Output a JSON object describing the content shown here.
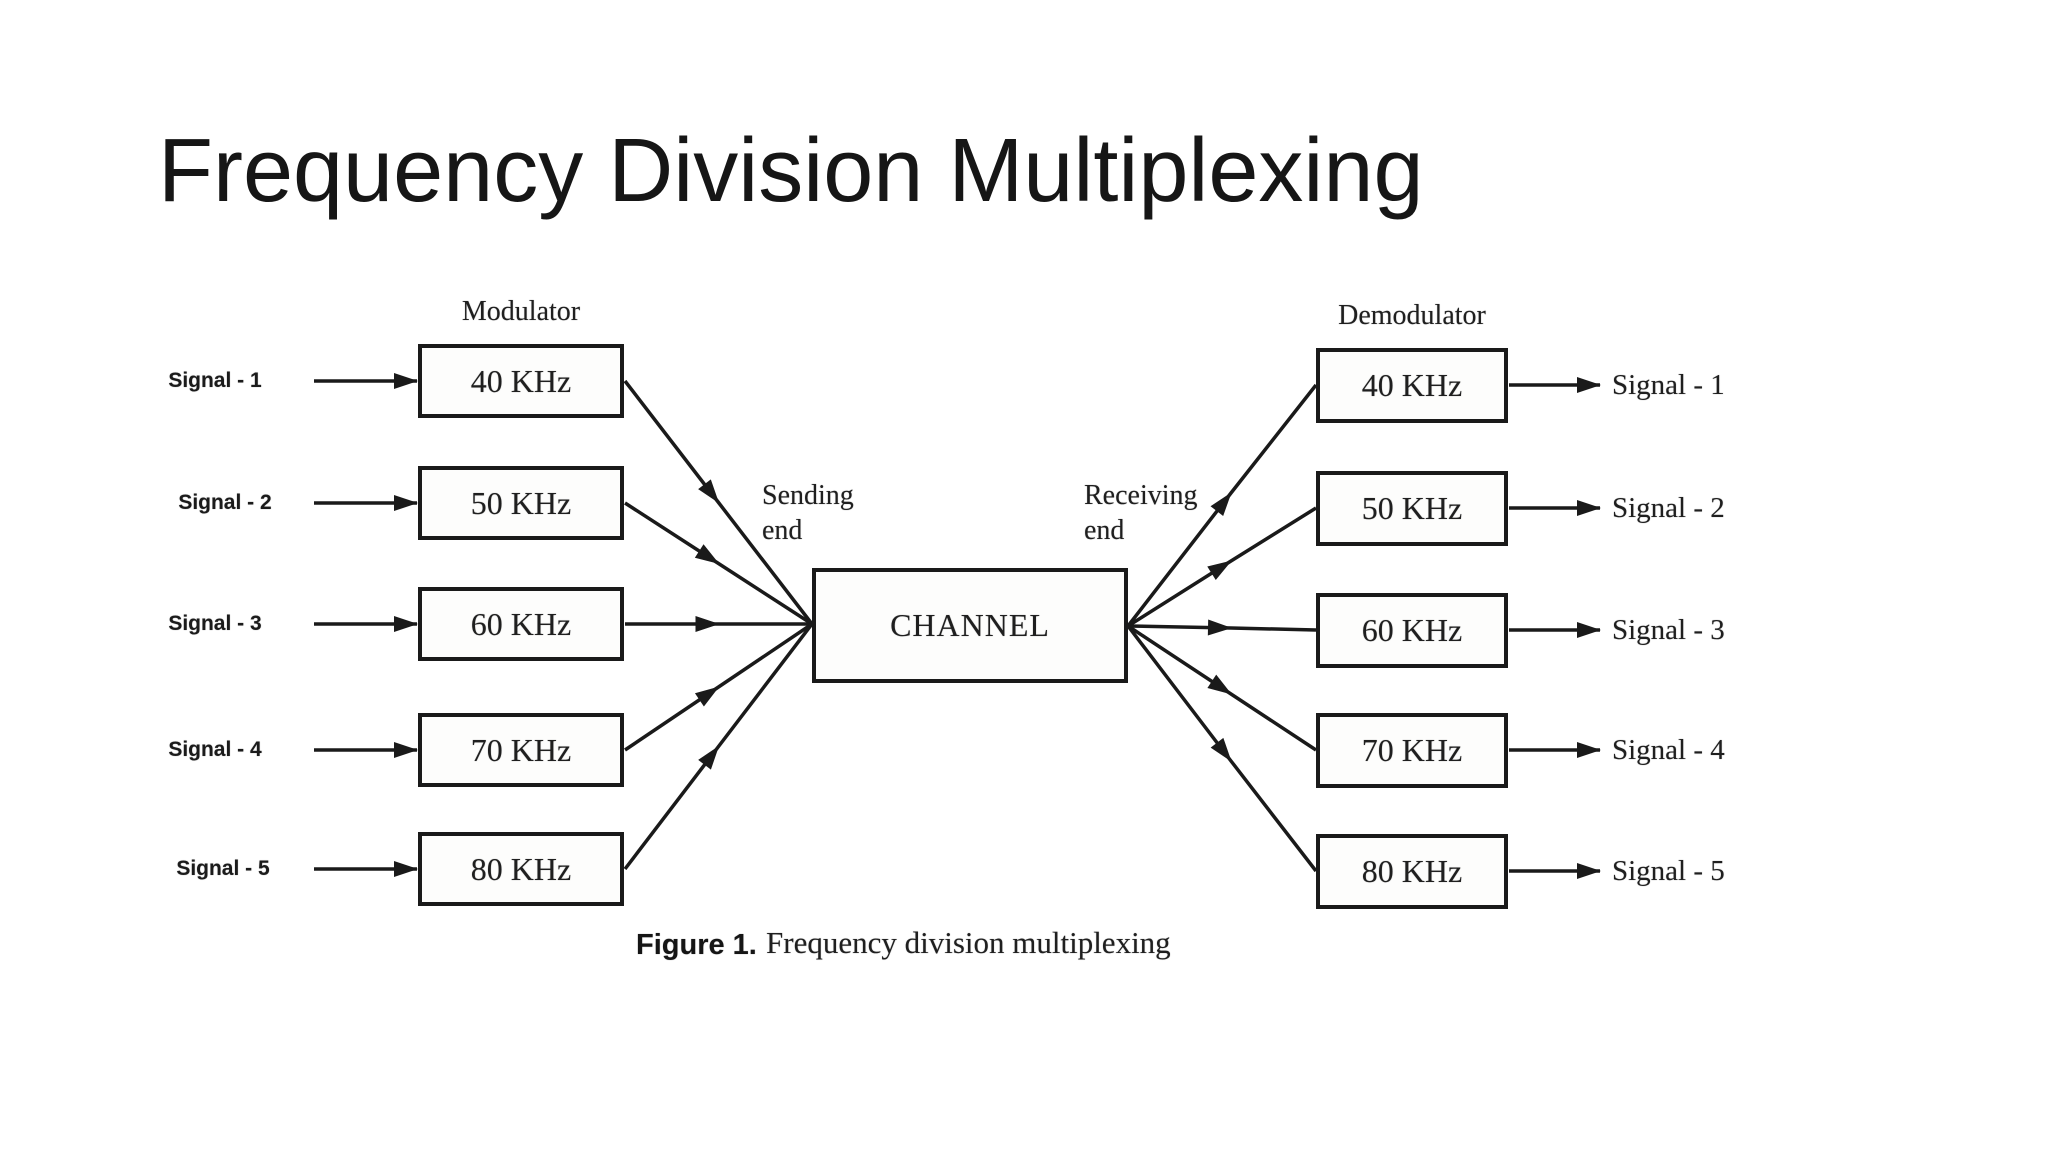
{
  "slide": {
    "title": "Frequency Division Multiplexing"
  },
  "diagram": {
    "modulator_label": "Modulator",
    "demodulator_label": "Demodulator",
    "sending_end_label": "Sending\nend",
    "receiving_end_label": "Receiving\nend",
    "channel_label": "CHANNEL",
    "inputs": [
      {
        "label": "Signal - 1",
        "freq": "40 KHz"
      },
      {
        "label": "Signal - 2",
        "freq": "50 KHz"
      },
      {
        "label": "Signal - 3",
        "freq": "60 KHz"
      },
      {
        "label": "Signal - 4",
        "freq": "70 KHz"
      },
      {
        "label": "Signal - 5",
        "freq": "80 KHz"
      }
    ],
    "outputs": [
      {
        "freq": "40 KHz",
        "label": "Signal - 1"
      },
      {
        "freq": "50 KHz",
        "label": "Signal - 2"
      },
      {
        "freq": "60 KHz",
        "label": "Signal - 3"
      },
      {
        "freq": "70 KHz",
        "label": "Signal - 4"
      },
      {
        "freq": "80 KHz",
        "label": "Signal - 5"
      }
    ],
    "caption": {
      "figure": "Figure 1.",
      "text": "Frequency division multiplexing"
    },
    "colors": {
      "ink": "#1a1a1a",
      "background": "#ffffff"
    }
  }
}
